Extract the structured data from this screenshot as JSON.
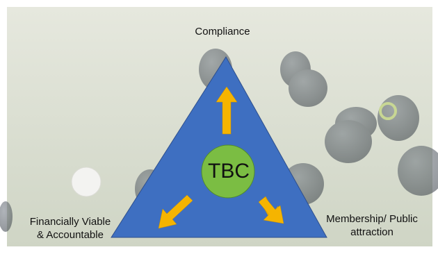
{
  "diagram": {
    "top_label": "Compliance",
    "left_label_line1": "Financially Viable",
    "left_label_line2": "& Accountable",
    "right_label_line1": "Membership/ Public",
    "right_label_line2": "attraction",
    "center_label": "TBC"
  },
  "colors": {
    "background_grass": "#d9ddd0",
    "triangle_fill": "#3e6fc1",
    "triangle_stroke": "#2e4f8c",
    "circle_fill": "#7bbd43",
    "arrow_fill": "#f5b400"
  },
  "icons": [
    "bowling-ball-icon",
    "jack-ball-icon",
    "arrow-up-icon",
    "arrow-down-left-icon",
    "arrow-down-right-icon"
  ]
}
